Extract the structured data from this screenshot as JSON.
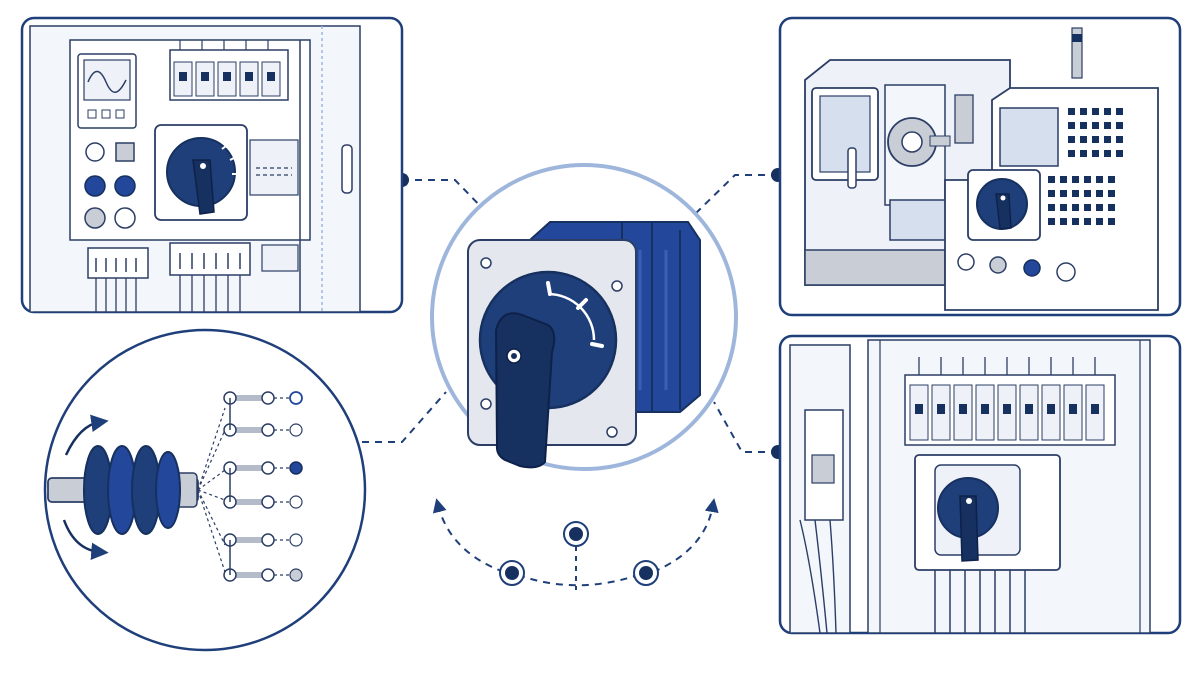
{
  "colors": {
    "navy": "#1f3f7a",
    "navy_dark": "#16305f",
    "switch_blue": "#23479a",
    "outline": "#2c3e66",
    "panel_fill": "#f3f6fb",
    "light_ring": "#9fb6dc",
    "metal": "#c9ced6",
    "background": "#ffffff"
  },
  "illustration": {
    "center": {
      "subject": "rotary-cam-switch",
      "position_marks": 3
    },
    "panels": [
      {
        "id": "control-cabinet-top-left",
        "subject": "electrical-control-cabinet-with-rotary-switch"
      },
      {
        "id": "cnc-machine-top-right",
        "subject": "cnc-lathe-with-rotary-switch-on-control-panel"
      },
      {
        "id": "distribution-board-bottom-right",
        "subject": "distribution-board-with-main-rotary-switch"
      }
    ],
    "detail": {
      "id": "cam-mechanism-bottom-left",
      "subject": "cam-shaft-with-contact-blocks",
      "contact_rows": 3
    },
    "position_selector": {
      "nodes": 3,
      "arrows": 2
    }
  }
}
